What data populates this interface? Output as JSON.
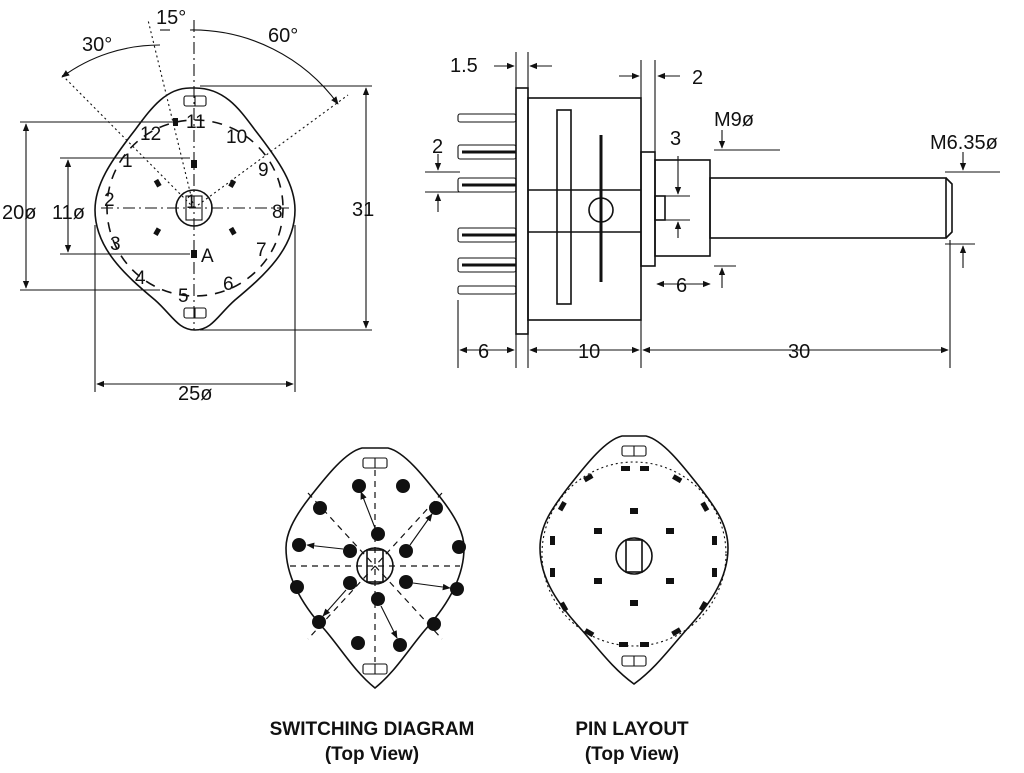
{
  "front_view": {
    "angles": {
      "a30": "30°",
      "a15": "15°",
      "a60": "60°"
    },
    "pins": {
      "p1": "1",
      "p2": "2",
      "p3": "3",
      "p4": "4",
      "p5": "5",
      "p6": "6",
      "p7": "7",
      "p8": "8",
      "p9": "9",
      "p10": "10",
      "p11": "11",
      "p12": "12",
      "common": "A"
    },
    "dims": {
      "d20": "20ø",
      "d11": "11ø",
      "d31": "31",
      "d25": "25ø"
    }
  },
  "side_view": {
    "dims": {
      "d1_5": "1.5",
      "d2_top": "2",
      "m9": "M9ø",
      "m635": "M6.35ø",
      "d2_pin": "2",
      "d3": "3",
      "d6_bush": "6",
      "d6_pin": "6",
      "d10": "10",
      "d30": "30"
    }
  },
  "captions": {
    "switching_title": "SWITCHING DIAGRAM",
    "switching_sub": "(Top View)",
    "pinlayout_title": "PIN LAYOUT",
    "pinlayout_sub": "(Top View)"
  }
}
